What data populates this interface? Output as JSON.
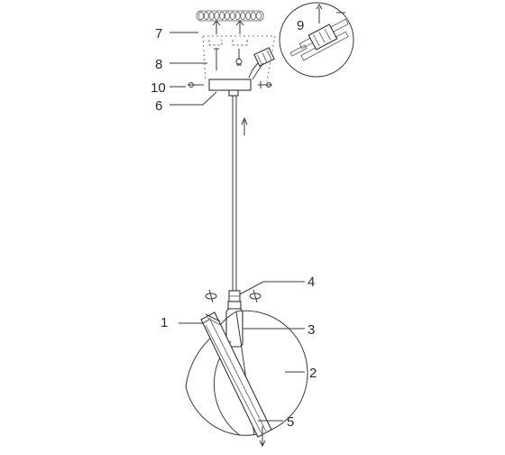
{
  "callouts": {
    "c1": "1",
    "c2": "2",
    "c3": "3",
    "c4": "4",
    "c5": "5",
    "c6": "6",
    "c7": "7",
    "c8": "8",
    "c9": "9",
    "c10": "10"
  },
  "colors": {
    "line": "#3a3a3a",
    "background": "#ffffff"
  }
}
